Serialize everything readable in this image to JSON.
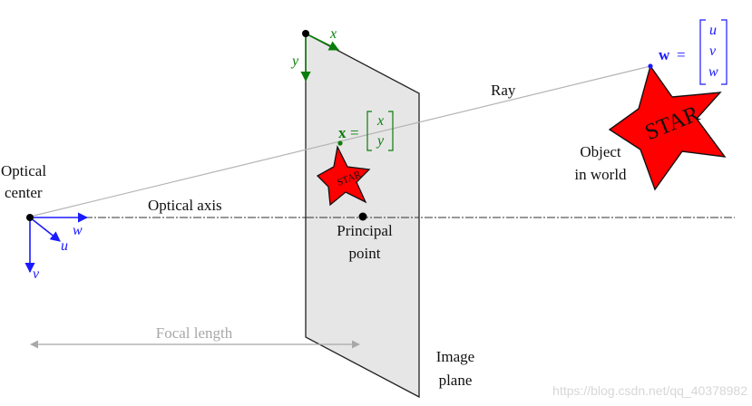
{
  "colors": {
    "camera_axes": "#1a1aff",
    "image_axes": "#0a7d0a",
    "star_fill": "#ff0000",
    "plane_fill": "#e6e6e6",
    "ray": "#b4b4b4",
    "focal": "#a8a8a8",
    "text": "#111111"
  },
  "labels": {
    "optical_center_line1": "Optical",
    "optical_center_line2": "center",
    "optical_axis": "Optical axis",
    "principal_point_line1": "Principal",
    "principal_point_line2": "point",
    "ray": "Ray",
    "object_line1": "Object",
    "object_line2": "in world",
    "image_plane_line1": "Image",
    "image_plane_line2": "plane",
    "focal_length": "Focal length",
    "star_big": "STAR",
    "star_small": "STAR"
  },
  "math": {
    "cam_u": "u",
    "cam_v": "v",
    "cam_w": "w",
    "img_x": "x",
    "img_y": "y",
    "point_x_name": "x",
    "point_x_equals": "=",
    "point_x_vec": [
      "x",
      "y"
    ],
    "point_w_name": "w",
    "point_w_equals": "=",
    "point_w_vec": [
      "u",
      "v",
      "w"
    ]
  },
  "watermark": "https://blog.csdn.net/qq_40378982"
}
